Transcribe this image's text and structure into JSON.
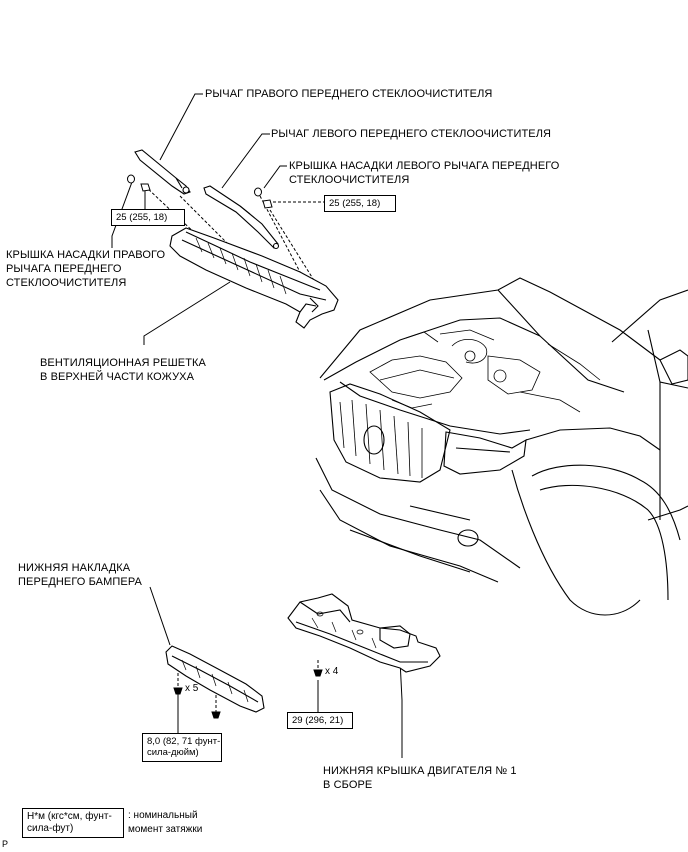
{
  "labels": {
    "right_wiper_arm": "РЫЧАГ ПРАВОГО ПЕРЕДНЕГО СТЕКЛООЧИСТИТЕЛЯ",
    "left_wiper_arm": "РЫЧАГ ЛЕВОГО ПЕРЕДНЕГО СТЕКЛООЧИСТИТЕЛЯ",
    "left_arm_cap_line1": "КРЫШКА НАСАДКИ ЛЕВОГО РЫЧАГА ПЕРЕДНЕГО",
    "left_arm_cap_line2": "СТЕКЛООЧИСТИТЕЛЯ",
    "right_arm_cap_line1": "КРЫШКА НАСАДКИ ПРАВОГО",
    "right_arm_cap_line2": "РЫЧАГА ПЕРЕДНЕГО",
    "right_arm_cap_line3": "СТЕКЛООЧИСТИТЕЛЯ",
    "cowl_grille_line1": "ВЕНТИЛЯЦИОННАЯ РЕШЕТКА",
    "cowl_grille_line2": "В ВЕРХНЕЙ ЧАСТИ КОЖУХА",
    "bumper_cover_line1": "НИЖНЯЯ НАКЛАДКА",
    "bumper_cover_line2": "ПЕРЕДНЕГО БАМПЕРА",
    "engine_cover_line1": "НИЖНЯЯ КРЫШКА ДВИГАТЕЛЯ № 1",
    "engine_cover_line2": "В СБОРЕ"
  },
  "torque": {
    "right_nut": "25 (255, 18)",
    "left_nut": "25 (255, 18)",
    "engine_cover_bolt": "29 (296, 21)",
    "bumper_bolt_line1": "8,0 (82, 71 фунт-",
    "bumper_bolt_line2": "сила-дюйм)"
  },
  "quantities": {
    "bumper_bolts": "x 5",
    "engine_cover_bolts": "x 4"
  },
  "legend": {
    "unit_line1": "Н*м (кгс*см, фунт-",
    "unit_line2": "сила-фут)",
    "desc_line1": ": номинальный",
    "desc_line2": "момент затяжки"
  },
  "corner_mark": "P"
}
